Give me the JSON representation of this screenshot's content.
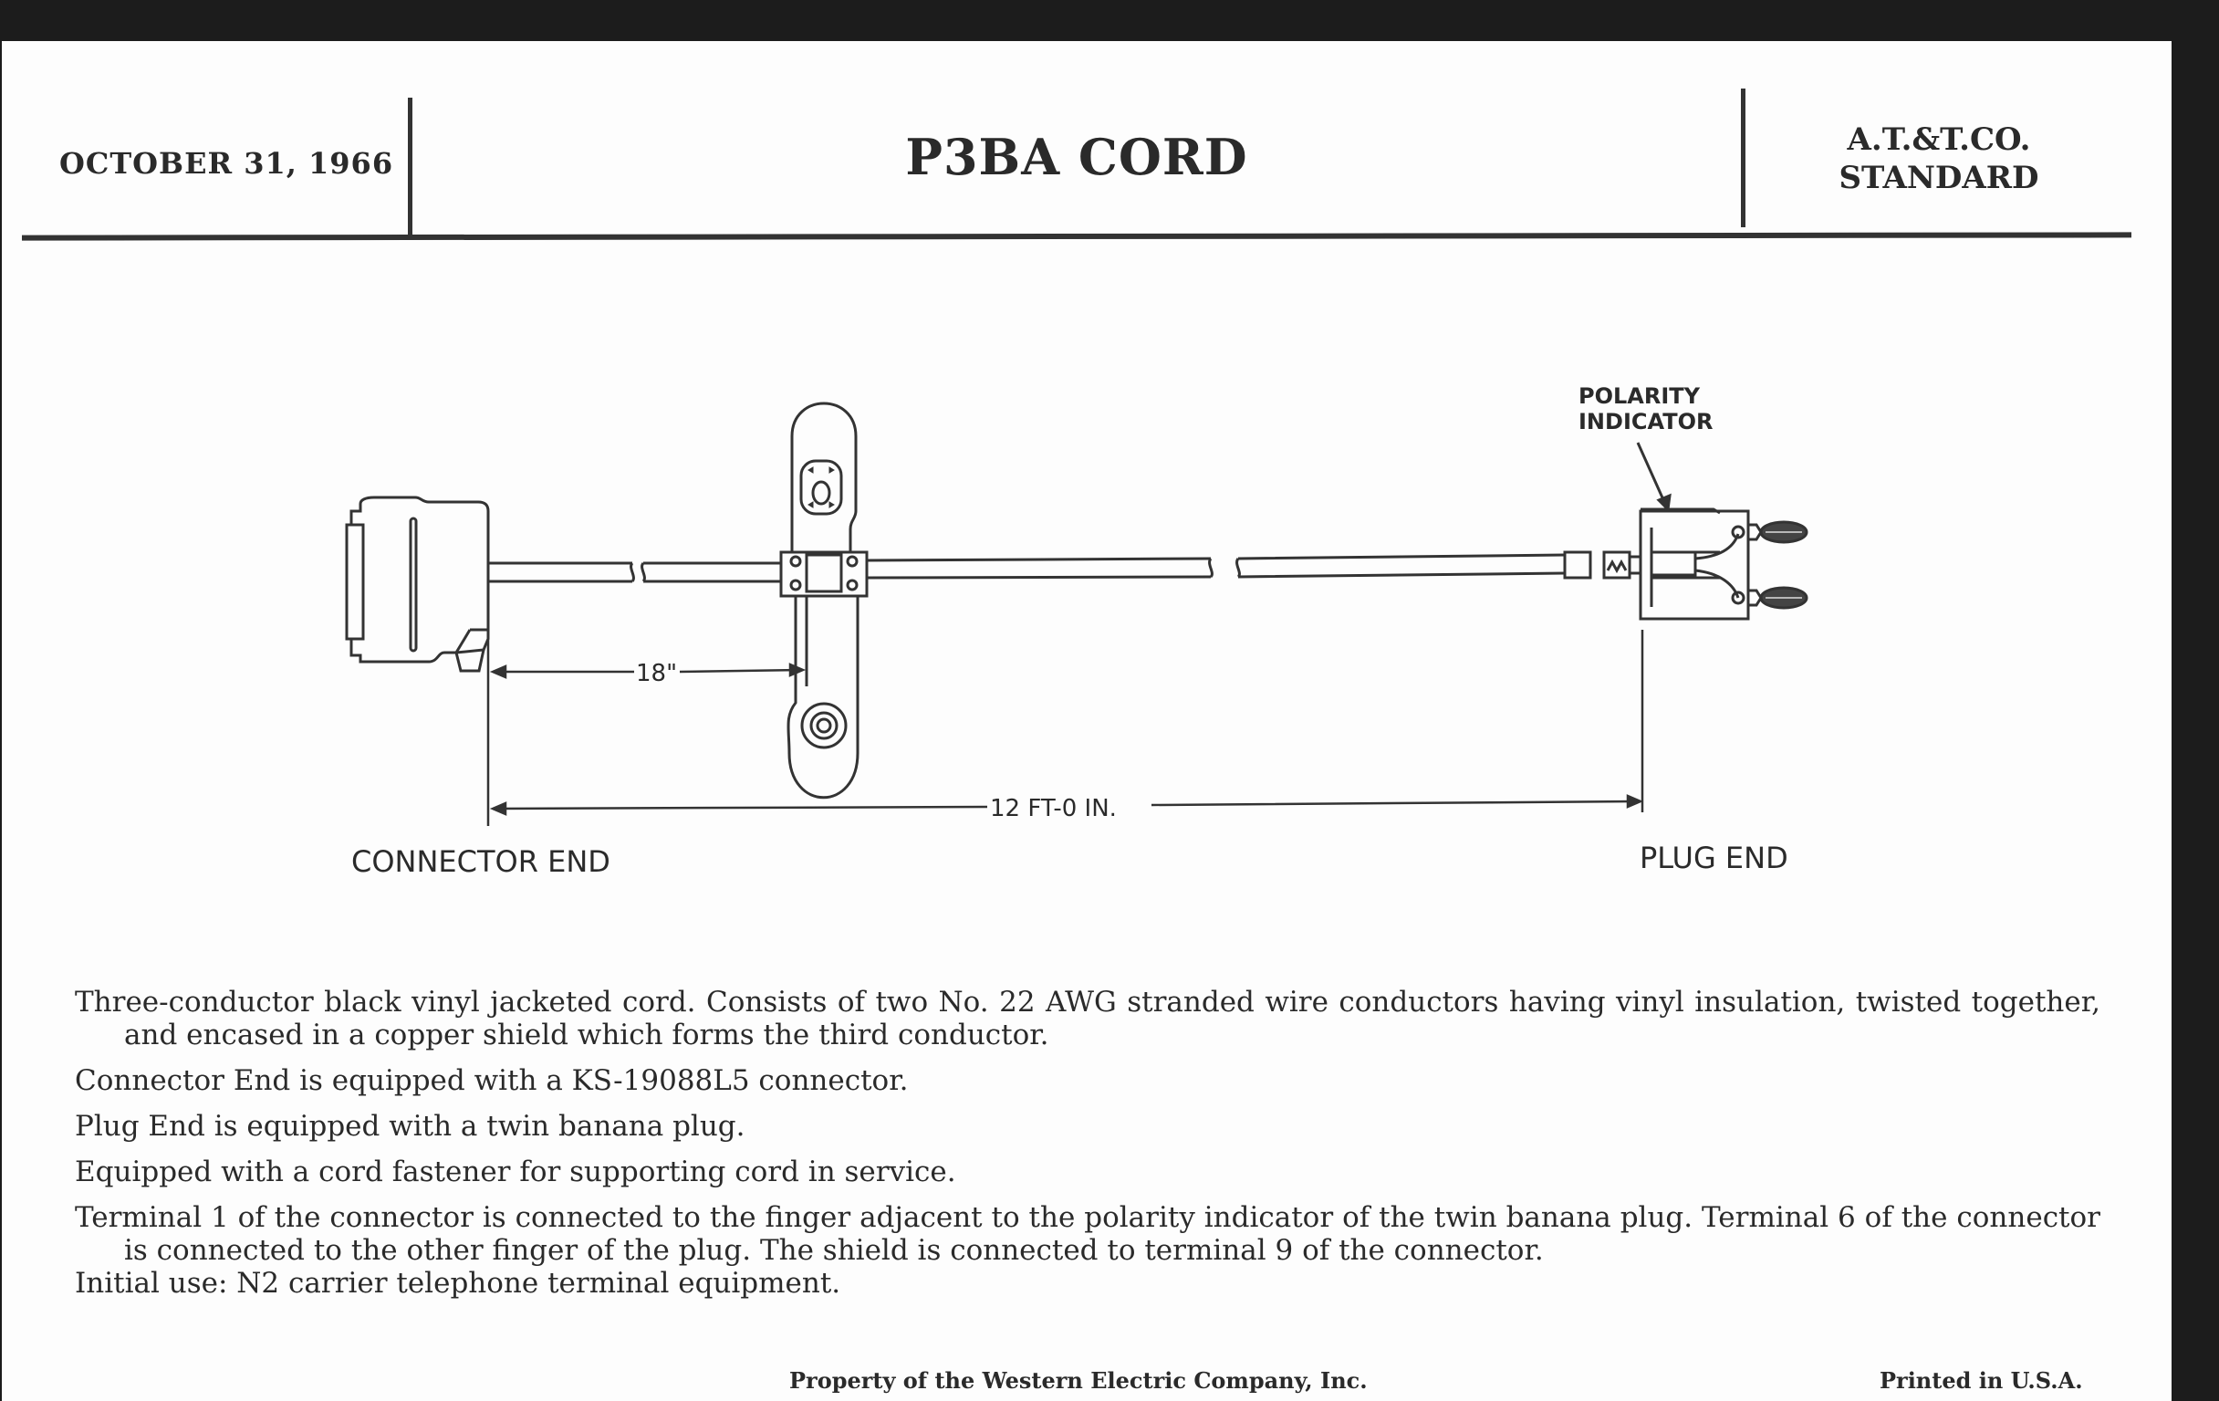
{
  "header": {
    "date": "OCTOBER 31, 1966",
    "title": "P3BA CORD",
    "standard_line1": "A.T.&T.CO.",
    "standard_line2": "STANDARD"
  },
  "diagram": {
    "callout_polarity_line1": "POLARITY",
    "callout_polarity_line2": "INDICATOR",
    "dim_fastener": "18\"",
    "dim_overall": "12 FT-0 IN.",
    "label_connector_end": "CONNECTOR END",
    "label_plug_end": "PLUG END"
  },
  "description": {
    "paragraphs": [
      "Three-conductor black vinyl jacketed cord. Consists of two No. 22 AWG stranded wire conductors having vinyl insulation, twisted together, and encased in a copper shield which forms the third conductor.",
      "Connector End is equipped with a KS-19088L5 connector.",
      "Plug End is equipped with a twin banana plug.",
      "Equipped with a cord fastener for supporting cord in service.",
      "Terminal 1 of the connector is connected to the finger adjacent to the polarity indicator of the twin banana plug. Terminal 6 of the connector is connected to the other finger of the plug. The shield is connected to terminal 9 of the connector.",
      "Initial use: N2 carrier telephone terminal equipment."
    ]
  },
  "footer": {
    "property": "Property of the Western Electric Company, Inc.",
    "printed": "Printed in U.S.A."
  }
}
